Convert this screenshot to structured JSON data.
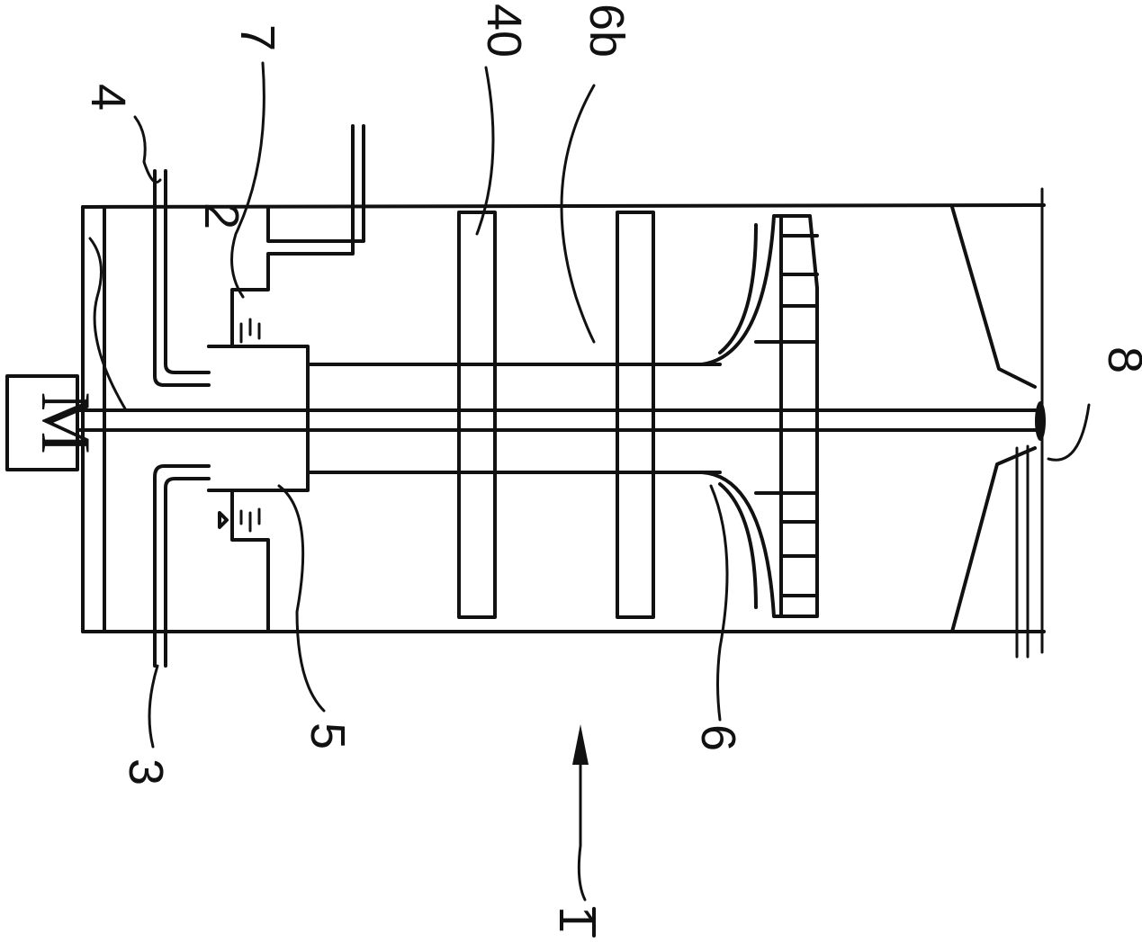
{
  "figure": {
    "motor_label": "M",
    "labels": {
      "shaft": "2",
      "pipe_left": "3",
      "pipe_right": "4",
      "hub": "5",
      "blade": "6",
      "blade_b": "6b",
      "weir": "7",
      "outlet": "8",
      "baffle": "40",
      "apparatus": "1"
    }
  },
  "colors": {
    "ink": "#111111",
    "paper": "#ffffff"
  }
}
